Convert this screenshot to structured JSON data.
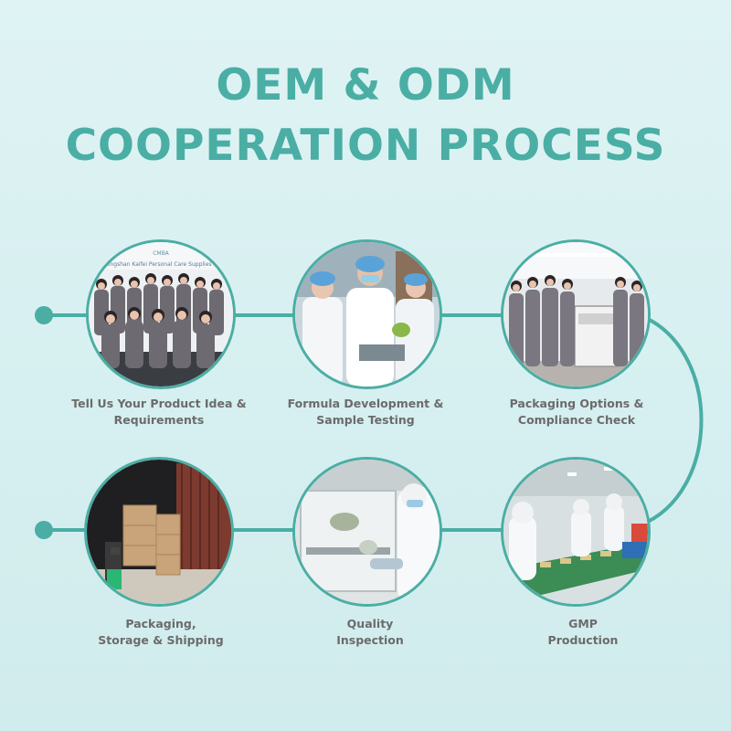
{
  "title": {
    "line1": "OEM & ODM",
    "line2": "COOPERATION PROCESS"
  },
  "colors": {
    "accent": "#4aaea4",
    "background": "#d8f0f1",
    "caption": "#6b6b6b"
  },
  "photo1_sign": {
    "line1": "CMBA",
    "line2": "Zhongshan Kaifei Personal Care Supplies Co."
  },
  "steps": [
    {
      "line1": "Tell Us Your Product Idea &",
      "line2": "Requirements",
      "photo": "team-photo"
    },
    {
      "line1": "Formula Development &",
      "line2": "Sample Testing",
      "photo": "lab-photo"
    },
    {
      "line1": "Packaging Options &",
      "line2": "Compliance Check",
      "photo": "office-team-photo"
    },
    {
      "line1": "GMP",
      "line2": "Production",
      "photo": "production-line-photo"
    },
    {
      "line1": "Quality",
      "line2": "Inspection",
      "photo": "inspection-photo"
    },
    {
      "line1": "Packaging,",
      "line2": "Storage & Shipping",
      "photo": "warehouse-photo"
    }
  ]
}
